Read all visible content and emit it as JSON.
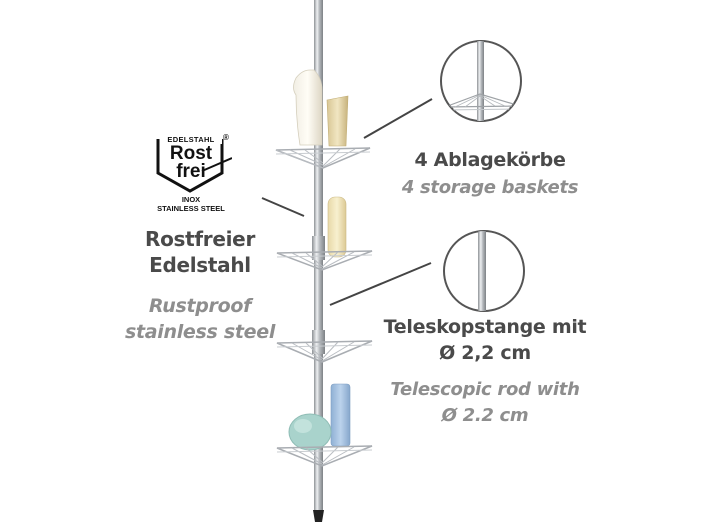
{
  "logo": {
    "header": "EDELSTAHL",
    "registered": "®",
    "line1": "Rost",
    "line2": "frei",
    "sub1": "INOX",
    "sub2": "STAINLESS STEEL"
  },
  "features": [
    {
      "name": "rustproof",
      "title_de_1": "Rostfreier",
      "title_de_2": "Edelstahl",
      "title_en_1": "Rustproof",
      "title_en_2": "stainless steel"
    },
    {
      "name": "baskets",
      "title_de_1": "4 Ablagekörbe",
      "title_en_1": "4 storage baskets"
    },
    {
      "name": "rod",
      "title_de_1": "Teleskopstange mit",
      "title_de_2": "Ø 2,2 cm",
      "title_en_1": "Telescopic rod with",
      "title_en_2": "Ø 2.2 cm"
    }
  ],
  "colors": {
    "text_de": "#4a4a4a",
    "text_en": "#8e8e8e",
    "callout_line": "#444444",
    "chrome": "#b8bcc0"
  }
}
